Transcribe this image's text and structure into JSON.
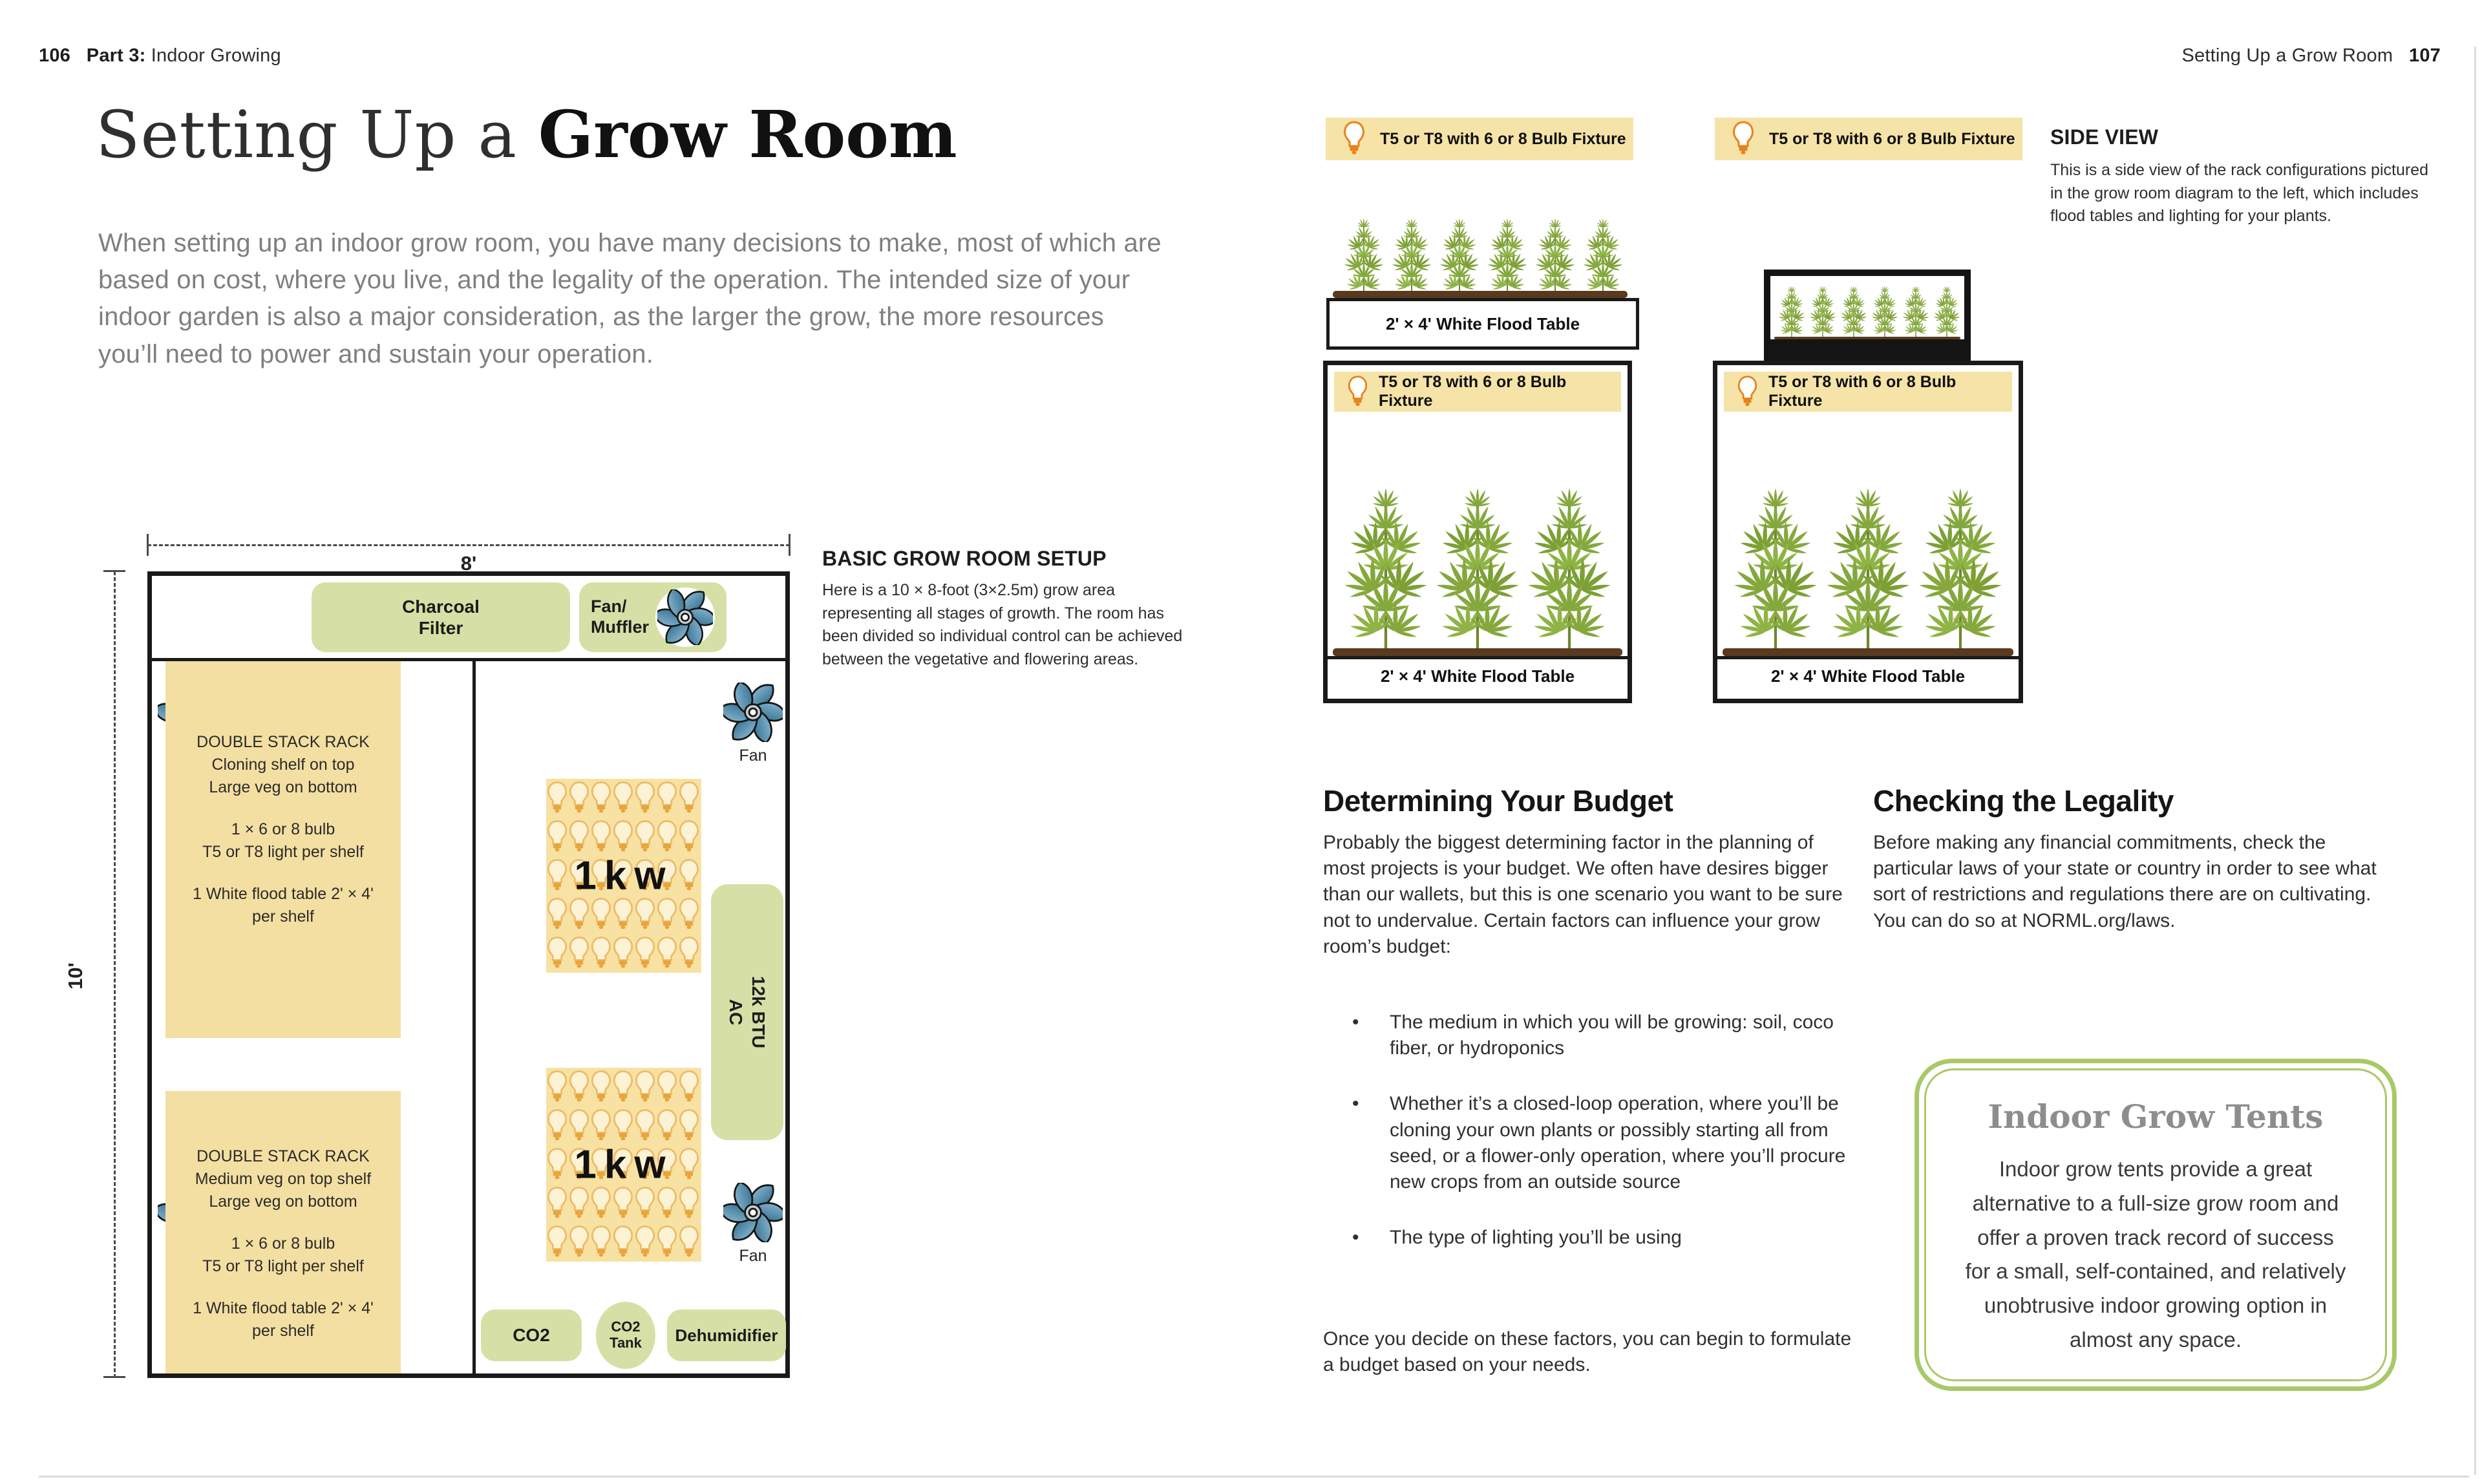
{
  "colors": {
    "accent_green": "#d6e0a6",
    "rack_yellow": "#f4dfa2",
    "banner_yellow": "#f5e3a8",
    "bulb_panel_yellow": "#f7e2a4",
    "fan_blue": "#2a6485",
    "soil_brown": "#5a3a1e",
    "plant_green": "#85a83d",
    "ink_black": "#1a1a1a",
    "tent_border_green": "#a9c868",
    "intro_gray": "#7f7f7f"
  },
  "page_left": {
    "page_number": "106",
    "part_label": "Part 3:",
    "part_title": "Indoor Growing",
    "title_light": "Setting Up a ",
    "title_bold": "Grow Room",
    "intro": "When setting up an indoor grow room, you have many decisions to make, most of which are based on cost, where you live, and the legality of the operation. The intended size of your indoor garden is also a major consideration, as the larger the grow, the more resources you’ll need to power and sustain your operation.",
    "diagram": {
      "width_label": "8'",
      "height_label": "10'",
      "charcoal_line1": "Charcoal",
      "charcoal_line2": "Filter",
      "fanmuffler_line1": "Fan/",
      "fanmuffler_line2": "Muffler",
      "fan_label": "Fan",
      "rack1_lines": [
        "DOUBLE STACK RACK",
        "Cloning shelf on top",
        "Large veg on bottom",
        "1 ×  6 or 8 bulb",
        "T5 or T8 light per shelf",
        "1 White flood table 2' ×  4'",
        "per shelf"
      ],
      "rack2_lines": [
        "DOUBLE STACK RACK",
        "Medium veg on top shelf",
        "Large veg on bottom",
        "1 ×  6 or 8 bulb",
        "T5 or T8 light per shelf",
        "1 White flood table 2' ×  4'",
        "per shelf"
      ],
      "kw_label": "1kw",
      "ac_line1": "12k BTU",
      "ac_line2": "AC",
      "co2_label": "CO2",
      "co2_tank_line1": "CO2",
      "co2_tank_line2": "Tank",
      "dehumidifier_label": "Dehumidifier",
      "bulb_grid": {
        "rows": 5,
        "cols": 7
      }
    },
    "annotation": {
      "heading": "BASIC GROW ROOM SETUP",
      "body": "Here is a 10 × 8-foot (3×2.5m) grow area representing all stages of growth. The room has been divided so individual control can be achieved between the vegetative and flowering areas."
    }
  },
  "page_right": {
    "header_title": "Setting Up a Grow Room",
    "page_number": "107",
    "fixture_label": "T5 or T8 with 6 or 8 Bulb Fixture",
    "flood_table_label": "2' × 4' White Flood Table",
    "side_view": {
      "heading": "SIDE VIEW",
      "body": "This is a side view of the rack configurations pictured in the grow room diagram to the left, which includes flood tables and lighting for your plants."
    },
    "budget": {
      "heading": "Determining Your Budget",
      "body": "Probably the biggest determining factor in the planning of most projects is your budget. We often have desires bigger than our wallets, but this is one scenario you want to be sure not to undervalue. Certain factors can influence your grow room’s budget:",
      "bullets": [
        "The medium in which you will be growing: soil, coco fiber, or hydroponics",
        "Whether it’s a closed-loop operation, where you’ll be cloning your own plants or possibly starting all from seed, or a flower-only operation, where you’ll procure new crops from an outside source",
        "The type of lighting you’ll be using"
      ],
      "closing": "Once you decide on these factors, you can begin to formulate a budget based on your needs."
    },
    "legality": {
      "heading": "Checking the Legality",
      "body": "Before making any financial commitments, check the particular laws of your state or country in order to see what sort of restrictions and regulations there are on cultivating. You can do so at NORML.org/laws."
    },
    "tents": {
      "heading": "Indoor Grow Tents",
      "body": "Indoor grow tents provide a great alternative to a full-size grow room and offer a proven track record of success for a small, self-contained, and relatively unobtrusive indoor growing option in almost any space."
    }
  }
}
